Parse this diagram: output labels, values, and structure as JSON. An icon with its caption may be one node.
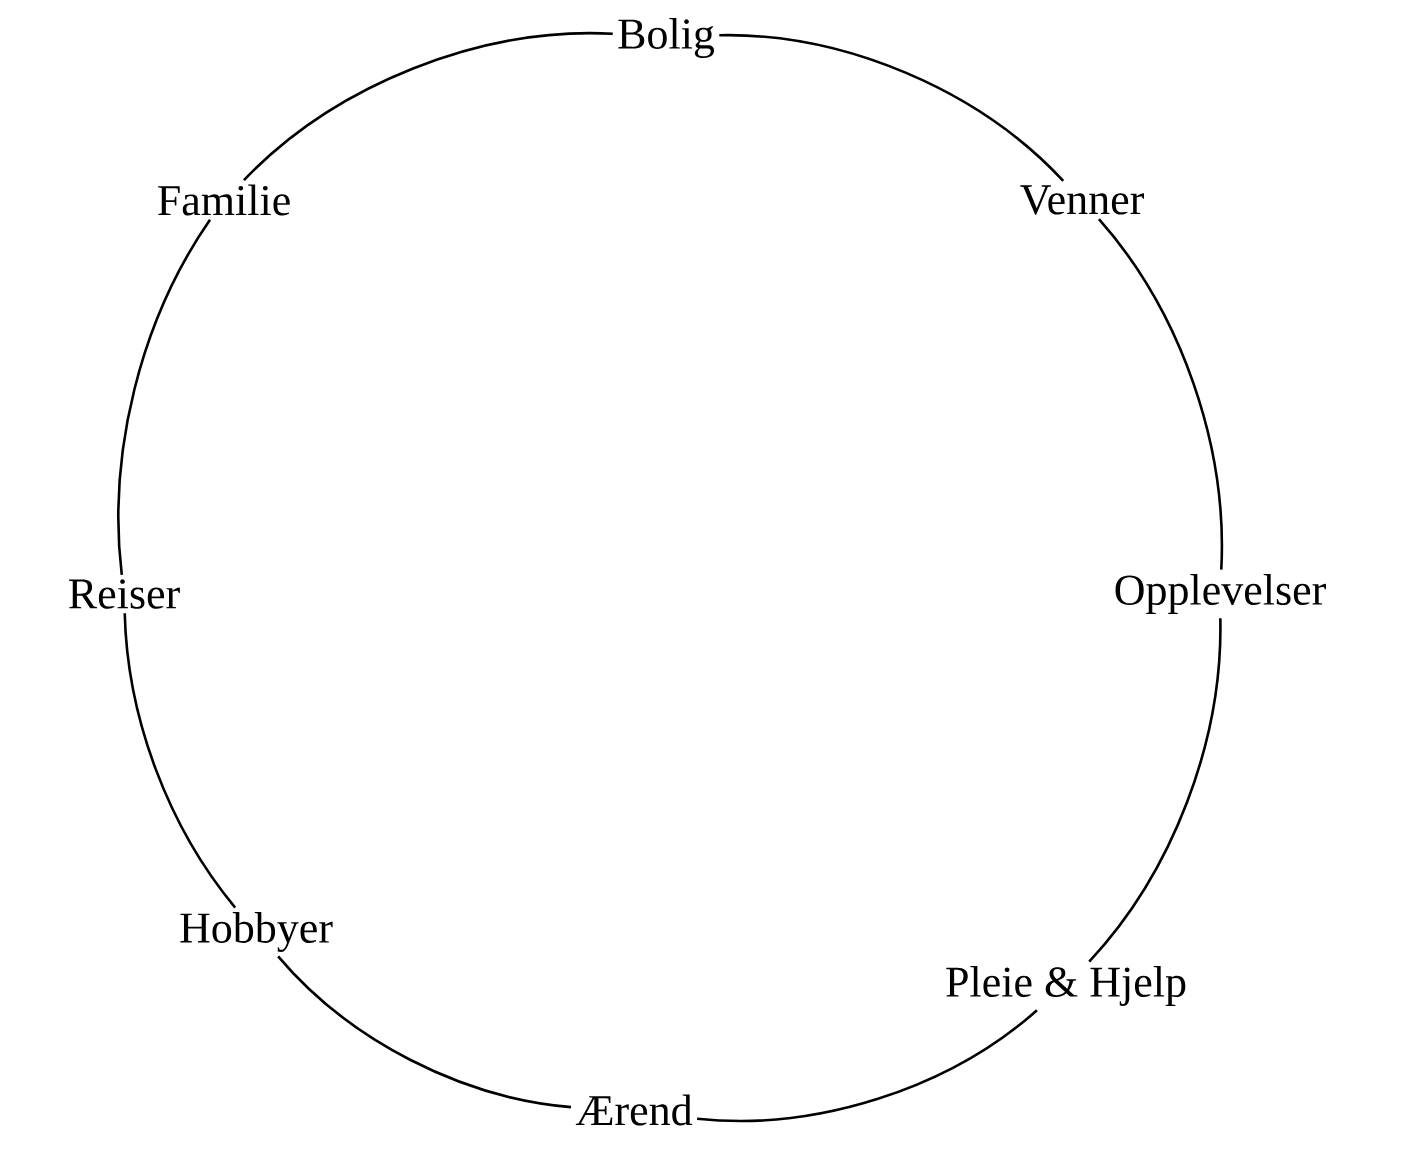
{
  "diagram": {
    "nodes": [
      {
        "text": [
          "Bolig"
        ]
      },
      {
        "text": [
          "Familie"
        ]
      },
      {
        "text": [
          "Venner"
        ]
      },
      {
        "text": [
          "Reiser"
        ]
      },
      {
        "text": [
          "Opplevelser"
        ]
      },
      {
        "text": [
          "Hobbyer"
        ]
      },
      {
        "text": [
          "Pleie & Hjelp"
        ]
      },
      {
        "text": [
          "Ærend"
        ]
      }
    ],
    "edges": [
      {
        "from": 0,
        "to": 2,
        "arrow": "none"
      },
      {
        "from": 2,
        "to": 4,
        "arrow": "none"
      },
      {
        "from": 4,
        "to": 6,
        "arrow": "none"
      },
      {
        "from": 6,
        "to": 7,
        "arrow": "none"
      },
      {
        "from": 7,
        "to": 5,
        "arrow": "none"
      },
      {
        "from": 5,
        "to": 3,
        "arrow": "none"
      },
      {
        "from": 3,
        "to": 1,
        "arrow": "none"
      },
      {
        "from": 1,
        "to": 0,
        "arrow": "none"
      }
    ]
  }
}
